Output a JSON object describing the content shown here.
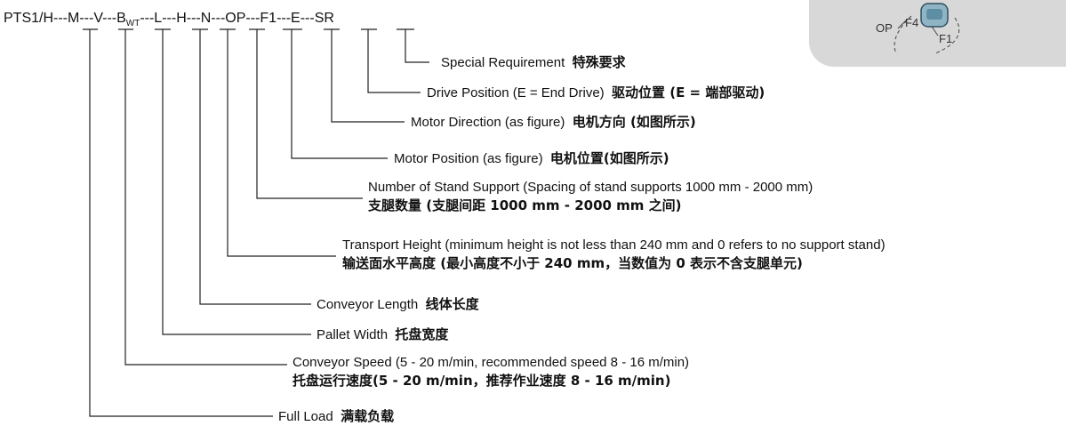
{
  "code": {
    "prefix": "PTS1/H",
    "sep": "---",
    "m": "M",
    "v": "V",
    "b": "B",
    "b_sub": "WT",
    "l": "L",
    "h": "H",
    "n": "N",
    "op": "OP",
    "f1": "F1",
    "e": "E",
    "sr": "SR"
  },
  "legend": {
    "sr": {
      "en": "Special Requirement",
      "cn": "特殊要求"
    },
    "e": {
      "en": "Drive Position (E = End Drive)",
      "cn": "驱动位置 (E = 端部驱动)"
    },
    "f1": {
      "en": "Motor Direction (as figure)",
      "cn": "电机方向 (如图所示)"
    },
    "op": {
      "en": "Motor Position (as figure)",
      "cn": "电机位置(如图所示)"
    },
    "n": {
      "en": "Number of Stand Support  (Spacing of stand supports 1000 mm - 2000 mm)",
      "cn": "支腿数量 (支腿间距 1000 mm - 2000 mm 之间)"
    },
    "h": {
      "en": "Transport Height (minimum height is not less than 240 mm and 0 refers to no support stand)",
      "cn": "输送面水平高度 (最小高度不小于 240 mm，当数值为 0 表示不含支腿单元)"
    },
    "l": {
      "en": "Conveyor Length",
      "cn": "线体长度"
    },
    "b": {
      "en": "Pallet Width",
      "cn": "托盘宽度"
    },
    "v": {
      "en": "Conveyor Speed (5 - 20 m/min, recommended speed 8 - 16 m/min)",
      "cn": "托盘运行速度(5 - 20 m/min，推荐作业速度 8 - 16 m/min)"
    },
    "m": {
      "en": "Full Load",
      "cn": "满载负载"
    }
  },
  "inset": {
    "op": "OP",
    "f4": "F4",
    "f1": "F1"
  },
  "colors": {
    "line": "#222222",
    "inset_bg": "#d8d8d8",
    "motor": "#8fb5c4"
  }
}
